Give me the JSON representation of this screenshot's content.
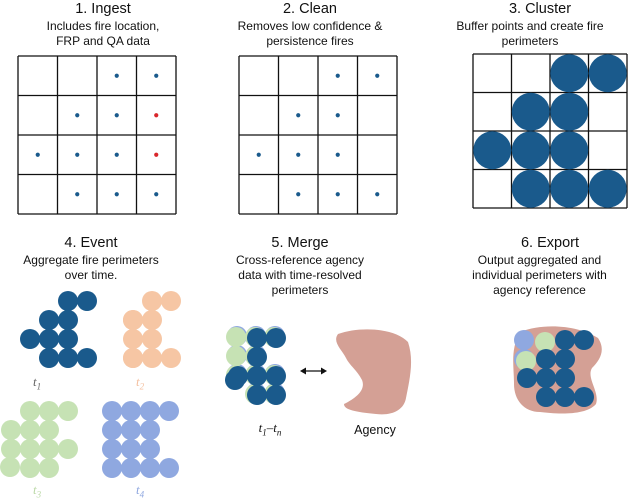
{
  "colors": {
    "navy": "#1a5a8c",
    "peach": "#f6c6a4",
    "green": "#c6e2b4",
    "blue": "#8fa8e0",
    "agency": "#d4a095",
    "red_point": "#d9262b"
  },
  "panels": [
    {
      "title": "1. Ingest",
      "subtitle": "Includes fire location,\nFRP and QA data"
    },
    {
      "title": "2. Clean",
      "subtitle": "Removes low confidence &\npersistence fires"
    },
    {
      "title": "3. Cluster",
      "subtitle": "Buffer points and create fire\nperimeters"
    },
    {
      "title": "4. Event",
      "subtitle": "Aggregate fire perimeters\nover time."
    },
    {
      "title": "5. Merge",
      "subtitle": "Cross-reference agency\ndata with time-resolved\nperimeters"
    },
    {
      "title": "6. Export",
      "subtitle": "Output aggregated and\nindividual perimeters with\nagency reference"
    }
  ],
  "event_labels": {
    "t1": "t",
    "t1_sub": "1",
    "t2": "t",
    "t2_sub": "2",
    "t3": "t",
    "t3_sub": "3",
    "t4": "t",
    "t4_sub": "4"
  },
  "merge_labels": {
    "time_range": "t",
    "time_sub1": "1",
    "dash": "–",
    "time_sub2": "n",
    "agency": "Agency"
  },
  "icons": {
    "arrow": "double-arrow-icon"
  }
}
